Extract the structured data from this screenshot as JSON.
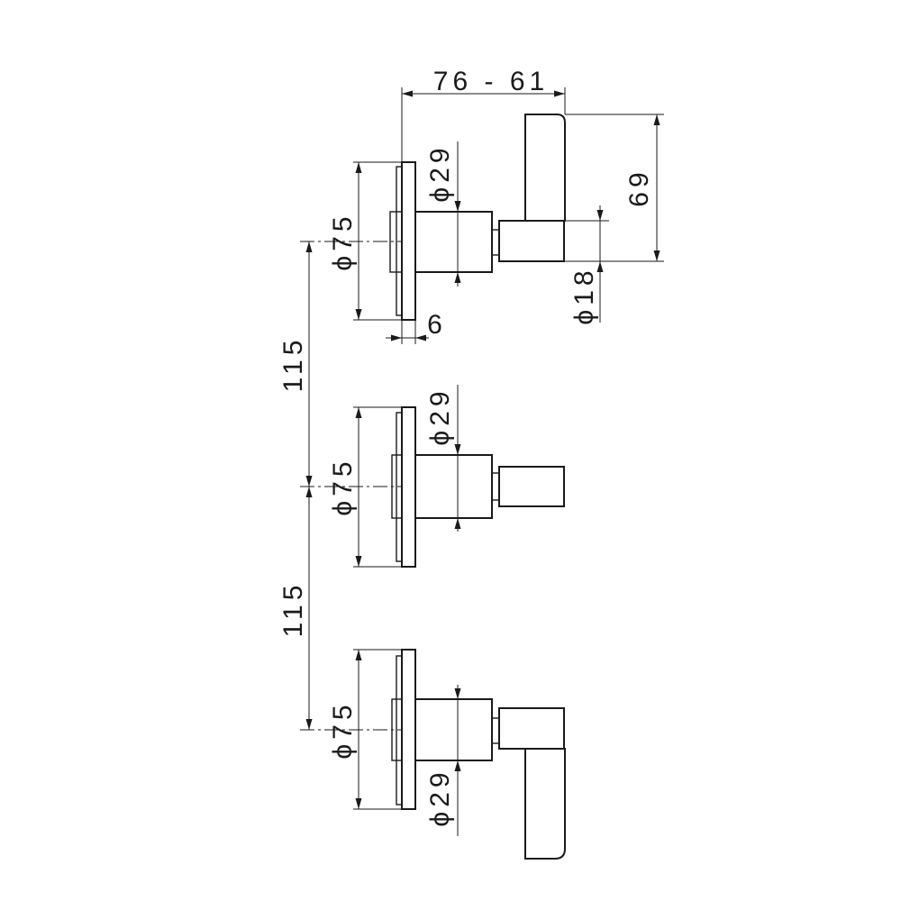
{
  "dimensions": {
    "handle_projection": "76 - 61",
    "handle_height": "69",
    "spindle_diameter": "ϕ18",
    "plate_thickness": "6",
    "spacing_upper": "115",
    "spacing_lower": "115",
    "top_plate_diameter": "ϕ75",
    "middle_plate_diameter": "ϕ75",
    "bottom_plate_diameter": "ϕ75",
    "top_body_diameter": "ϕ29",
    "middle_body_diameter": "ϕ29",
    "bottom_body_diameter": "ϕ29"
  }
}
